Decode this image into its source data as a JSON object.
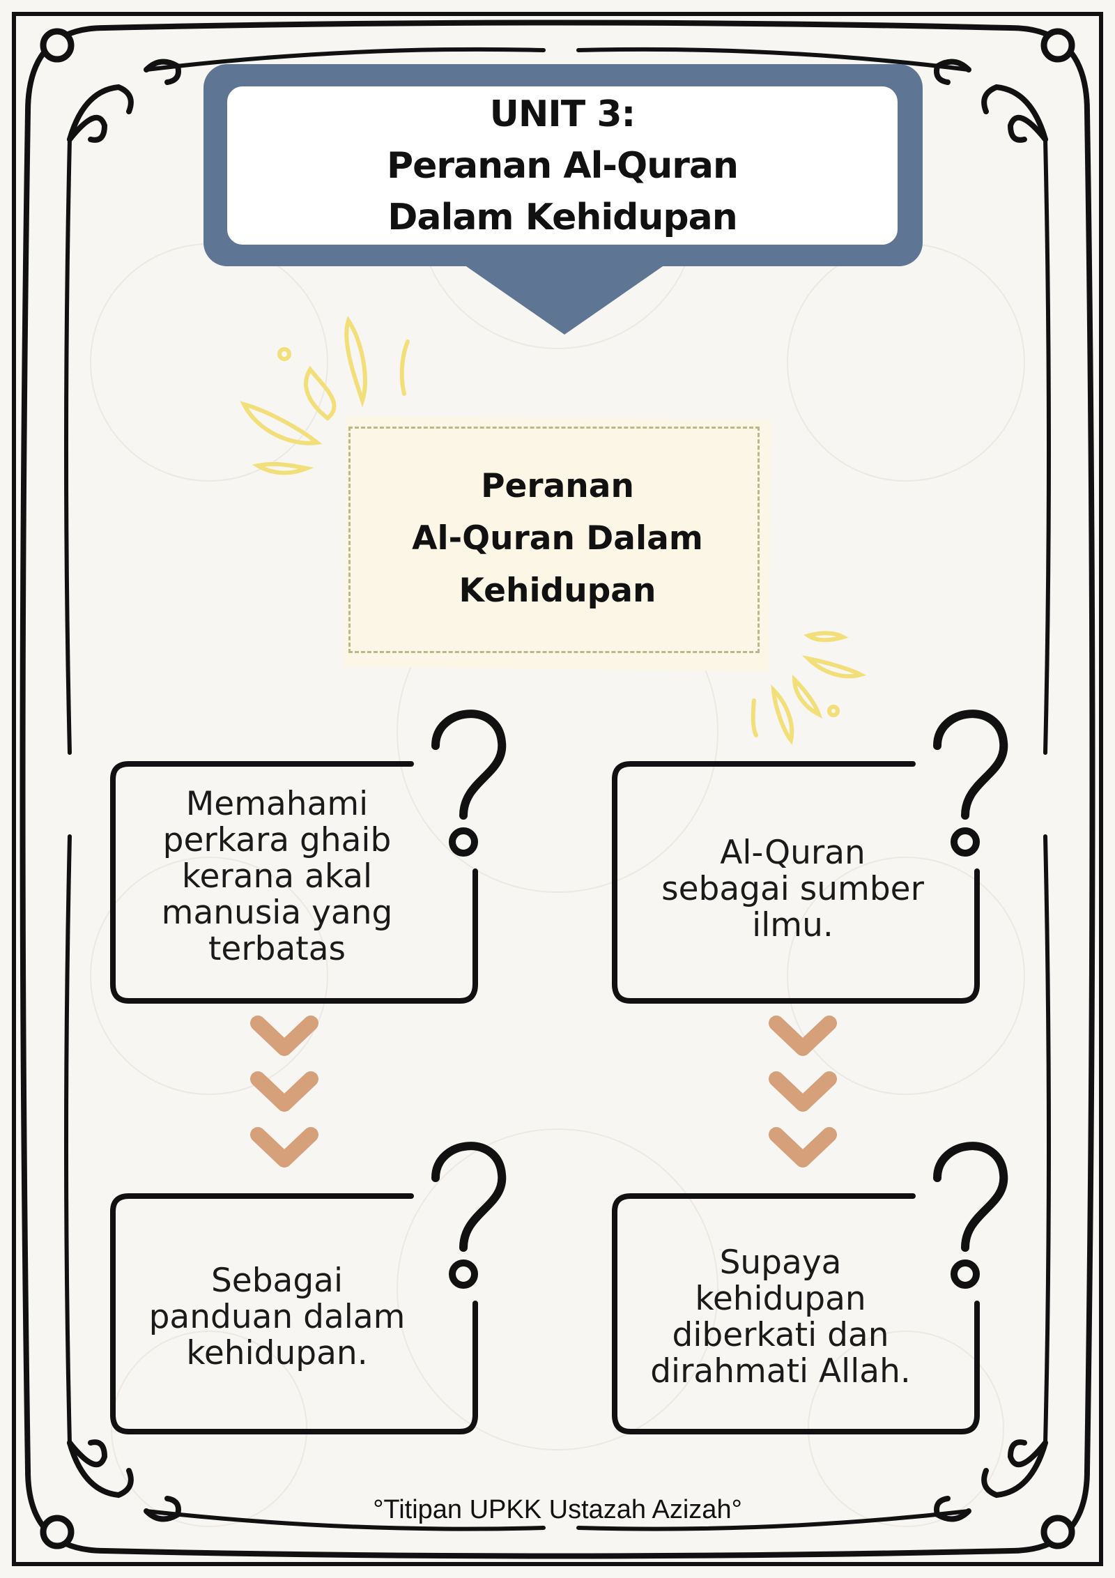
{
  "title": {
    "line1": "UNIT 3:",
    "line2": "Peranan Al-Quran",
    "line3": "Dalam Kehidupan"
  },
  "center_note": {
    "line1": "Peranan",
    "line2": "Al-Quran Dalam",
    "line3": "Kehidupan"
  },
  "boxes": {
    "top_left": [
      "Memahami",
      "perkara ghaib",
      "kerana akal",
      "manusia yang",
      "terbatas"
    ],
    "top_right": [
      "Al-Quran",
      "sebagai sumber",
      "ilmu."
    ],
    "bottom_left": [
      "Sebagai",
      "panduan dalam",
      "kehidupan."
    ],
    "bottom_right": [
      "Supaya",
      "kehidupan",
      "diberkati dan",
      "dirahmati Allah."
    ]
  },
  "footer": "°Titipan UPKK Ustazah Azizah°",
  "colors": {
    "banner": "#5f7594",
    "chevron": "#d5a07a",
    "sparkle": "#f2df7a",
    "note": "#fbf6e6"
  },
  "icons": [
    "question-mark-icon",
    "chevron-down-icon",
    "sparkle-icon"
  ]
}
